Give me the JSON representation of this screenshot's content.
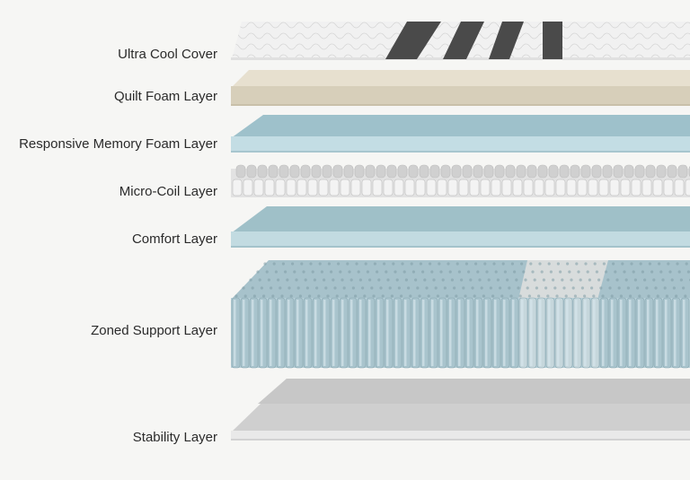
{
  "layers": [
    {
      "label": "Ultra Cool Cover"
    },
    {
      "label": "Quilt Foam Layer"
    },
    {
      "label": "Responsive Memory Foam Layer"
    },
    {
      "label": "Micro-Coil Layer"
    },
    {
      "label": "Comfort Layer"
    },
    {
      "label": "Zoned Support Layer"
    },
    {
      "label": "Stability Layer"
    }
  ],
  "colors": {
    "background": "#f6f6f4",
    "cover": "#f1f1f1",
    "cover_stripe": "#4a4a4a",
    "quilt_foam": "#ddd5c2",
    "memory_foam": "#b9d6de",
    "comfort": "#bcd6dc",
    "support_coils": "#a9c4cd",
    "stability": "#dcdcdc"
  }
}
